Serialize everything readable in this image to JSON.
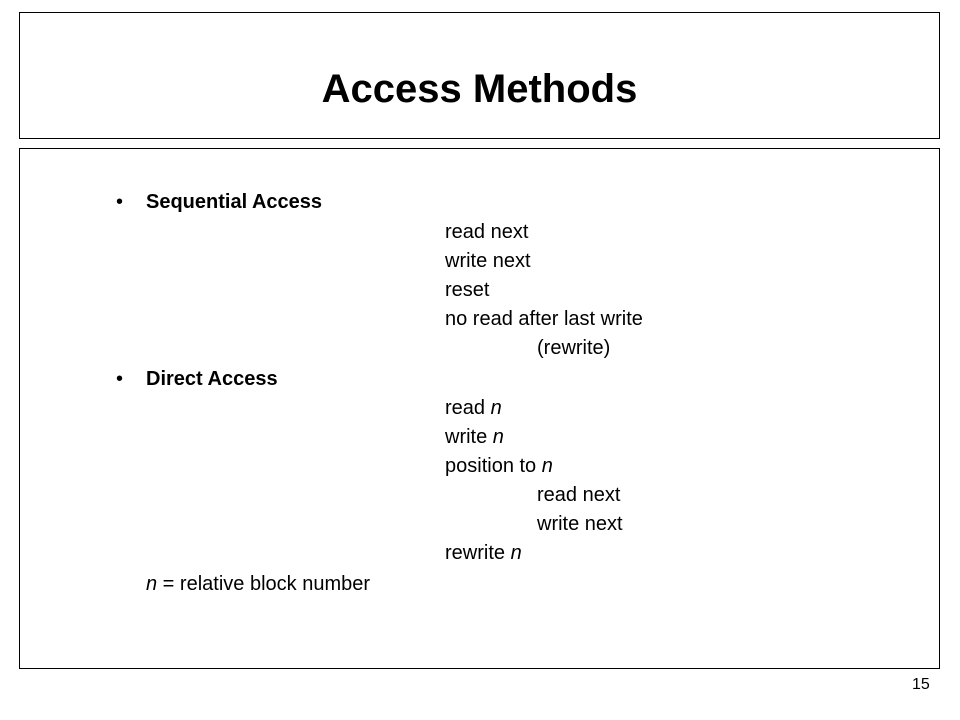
{
  "slide": {
    "title": "Access Methods",
    "page_number": "15",
    "sections": {
      "sequential": {
        "bullet": "•",
        "heading": "Sequential Access",
        "ops": {
          "read_next": "read next",
          "write_next": "write next",
          "reset": "reset",
          "no_read_after_last_write": "no read after last write",
          "rewrite": "(rewrite)"
        }
      },
      "direct": {
        "bullet": "•",
        "heading": "Direct Access",
        "ops": {
          "read_n": "read ",
          "read_n_var": "n",
          "write_n": "write ",
          "write_n_var": "n",
          "position_to_n": "position to ",
          "position_to_n_var": "n",
          "sub_read_next": "read next",
          "sub_write_next": "write next",
          "rewrite_n": "rewrite ",
          "rewrite_n_var": "n"
        }
      }
    },
    "footnote": {
      "var": "n",
      "text": " = relative block number"
    }
  }
}
